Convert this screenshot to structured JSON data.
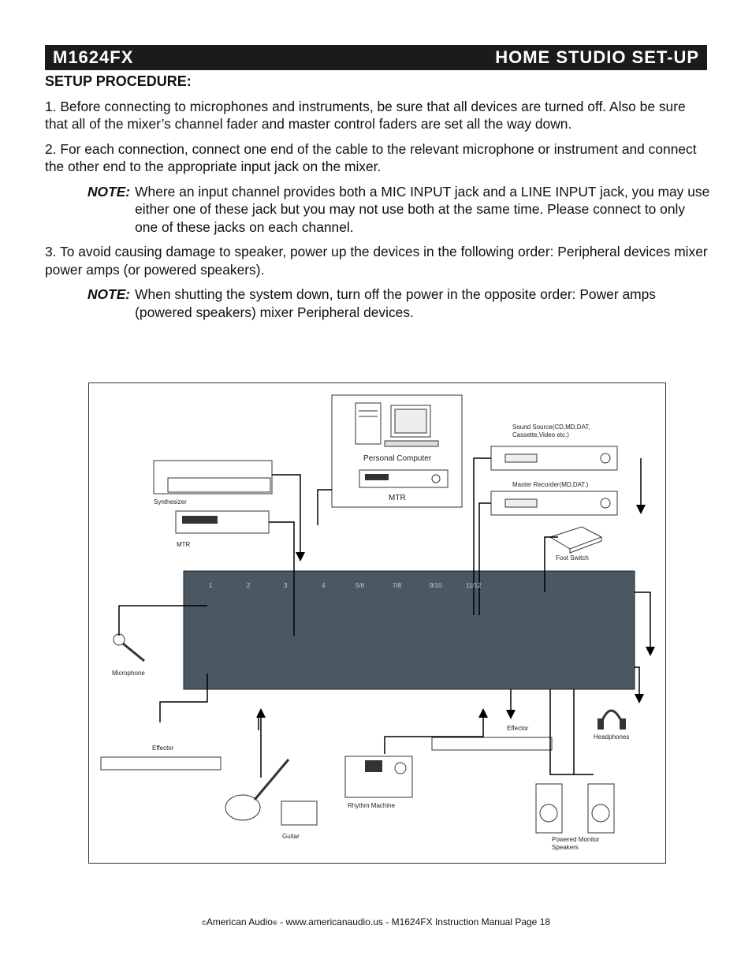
{
  "header": {
    "left": "M1624FX",
    "right": "HOME STUDIO SET-UP"
  },
  "section_title": "SETUP PROCEDURE:",
  "steps": {
    "s1": "1. Before connecting to microphones and instruments, be sure that all devices are turned off. Also be sure that all of the mixer’s channel fader and master control faders are set all the way down.",
    "s2": "2. For each connection, connect one end of the cable to the relevant microphone or instrument and connect the other end to the appropriate input jack on the mixer.",
    "note1_label": "NOTE:",
    "note1_text": "Where an input channel provides both a MIC INPUT jack and a LINE INPUT jack, you may use either one of these jack but you may not use both at the same time. Please connect to only one of these jacks on each channel.",
    "s3": "3. To avoid causing damage to speaker, power up the devices in the following order: Peripheral devices mixer power amps (or powered speakers).",
    "note2_label": "NOTE:",
    "note2_text": "When shutting the system down, turn off the power in the opposite order: Power amps (powered speakers) mixer Peripheral devices."
  },
  "diagram": {
    "personal_computer": "Personal Computer",
    "mtr_top": "MTR",
    "sound_source": "Sound Source(CD,MD,DAT, Cassette,Video etc.)",
    "master_recorder": "Master Recorder(MD,DAT.)",
    "synthesizer": "Synthesizer",
    "mtr_left": "MTR",
    "foot_switch": "Foot Switch",
    "microphone": "Microphone",
    "effector_left": "Effector",
    "effector_right": "Effector",
    "headphones": "Headphones",
    "rhythm_machine": "Rhythm Machine",
    "guitar": "Guitar",
    "powered_monitor": "Powered Monitor Speakers",
    "channels": [
      "1",
      "2",
      "3",
      "4",
      "5/6",
      "7/8",
      "9/10",
      "11/12"
    ]
  },
  "footer": {
    "copyright": "©",
    "brand": "American Audio",
    "reg": "®",
    "sep1": " - ",
    "url": "www.americanaudio.us",
    "sep2": " - ",
    "manual": "M1624FX Instruction Manual Page 18"
  }
}
